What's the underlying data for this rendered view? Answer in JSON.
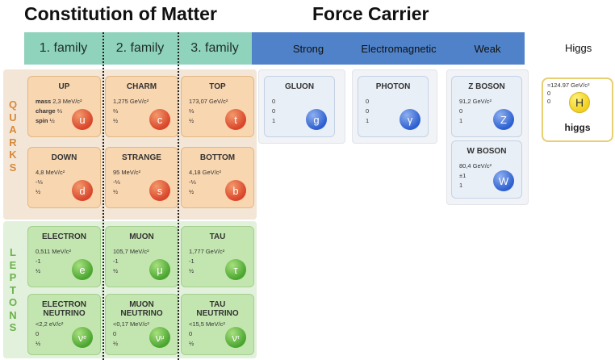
{
  "headings": {
    "matter": "Constitution of Matter",
    "force": "Force Carrier"
  },
  "families": [
    "1. family",
    "2. family",
    "3. family"
  ],
  "forces": [
    "Strong",
    "Electromagnetic",
    "Weak"
  ],
  "higgs_label": "Higgs",
  "side_labels": {
    "quarks": "QUARKS",
    "leptons": "LEPTONS"
  },
  "prop_labels": {
    "mass": "mass",
    "charge": "charge",
    "spin": "spin"
  },
  "quarks": [
    {
      "name": "UP",
      "mass": "2,3 MeV/c²",
      "charge": "⅔",
      "spin": "½",
      "symbol": "u",
      "sub": ""
    },
    {
      "name": "CHARM",
      "mass": "1,275 GeV/c²",
      "charge": "⅔",
      "spin": "½",
      "symbol": "c",
      "sub": ""
    },
    {
      "name": "TOP",
      "mass": "173,07 GeV/c²",
      "charge": "⅔",
      "spin": "½",
      "symbol": "t",
      "sub": ""
    },
    {
      "name": "DOWN",
      "mass": "4,8 MeV/c²",
      "charge": "-⅓",
      "spin": "½",
      "symbol": "d",
      "sub": ""
    },
    {
      "name": "STRANGE",
      "mass": "95 MeV/c²",
      "charge": "-⅓",
      "spin": "½",
      "symbol": "s",
      "sub": ""
    },
    {
      "name": "BOTTOM",
      "mass": "4,18 GeV/c²",
      "charge": "-⅓",
      "spin": "½",
      "symbol": "b",
      "sub": ""
    }
  ],
  "leptons": [
    {
      "name": "ELECTRON",
      "mass": "0,511 MeV/c²",
      "charge": "-1",
      "spin": "½",
      "symbol": "e",
      "sub": ""
    },
    {
      "name": "MUON",
      "mass": "105,7 MeV/c²",
      "charge": "-1",
      "spin": "½",
      "symbol": "μ",
      "sub": ""
    },
    {
      "name": "TAU",
      "mass": "1,777 GeV/c²",
      "charge": "-1",
      "spin": "½",
      "symbol": "τ",
      "sub": ""
    },
    {
      "name": "ELECTRON\nNEUTRINO",
      "mass": "<2,2 eV/c²",
      "charge": "0",
      "spin": "½",
      "symbol": "ν",
      "sub": "e"
    },
    {
      "name": "MUON\nNEUTRINO",
      "mass": "<0,17 MeV/c²",
      "charge": "0",
      "spin": "½",
      "symbol": "ν",
      "sub": "μ"
    },
    {
      "name": "TAU\nNEUTRINO",
      "mass": "<15,5 MeV/c²",
      "charge": "0",
      "spin": "½",
      "symbol": "ν",
      "sub": "τ"
    }
  ],
  "bosons": [
    {
      "name": "GLUON",
      "mass": "0",
      "charge": "0",
      "spin": "1",
      "symbol": "g"
    },
    {
      "name": "PHOTON",
      "mass": "0",
      "charge": "0",
      "spin": "1",
      "symbol": "γ"
    },
    {
      "name": "Z BOSON",
      "mass": "91,2 GeV/c²",
      "charge": "0",
      "spin": "1",
      "symbol": "Z"
    },
    {
      "name": "W BOSON",
      "mass": "80,4 GeV/c²",
      "charge": "±1",
      "spin": "1",
      "symbol": "W"
    }
  ],
  "higgs": {
    "name": "higgs",
    "mass": "≈124.97 GeV/c²",
    "charge": "0",
    "spin": "0",
    "symbol": "H"
  }
}
